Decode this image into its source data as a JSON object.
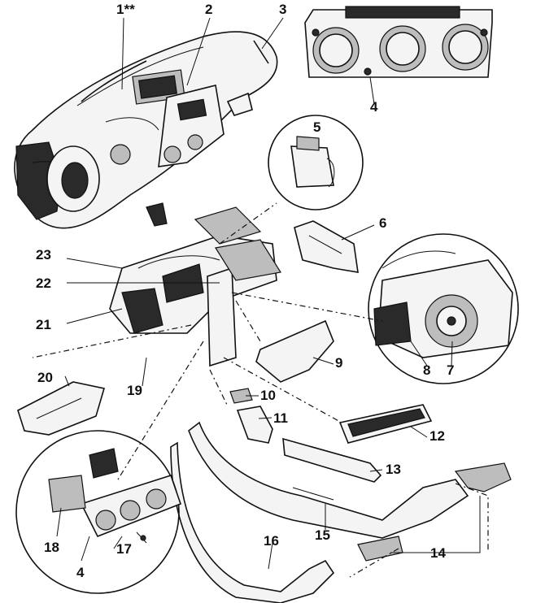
{
  "callouts": {
    "c1": "1**",
    "c2": "2",
    "c3": "3",
    "c4a": "4",
    "c4b": "4",
    "c5": "5",
    "c6": "6",
    "c7": "7",
    "c8": "8",
    "c9": "9",
    "c10": "10",
    "c11": "11",
    "c12": "12",
    "c13": "13",
    "c14": "14",
    "c15": "15",
    "c16": "16",
    "c17": "17",
    "c18": "18",
    "c19": "19",
    "c20": "20",
    "c21": "21",
    "c22": "22",
    "c23": "23"
  },
  "colors": {
    "ink": "#111111",
    "paper": "#ffffff",
    "shade": "#bdbdbd"
  }
}
